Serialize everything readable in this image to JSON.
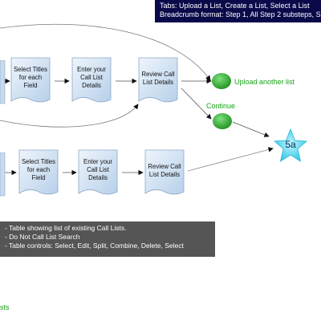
{
  "notes": {
    "top": {
      "line1": "Tabs: Upload a List, Create a List, Select a List",
      "line2": "Breadcrumb format:  Step 1, All Step 2 substeps, S"
    },
    "table": {
      "line1": "- Table showing list of existing Call Lists.",
      "line2": "- Do Not Call List Search",
      "line3": "- Table controls: Select, Edit, Split, Combine, Delete, Select"
    }
  },
  "flow_top": {
    "steps": [
      {
        "line1": "Select Titles",
        "line2": "for each",
        "line3": "Field"
      },
      {
        "line1": "Enter your",
        "line2": "Call List",
        "line3": "Details"
      },
      {
        "line1": "Review Call",
        "line2": "List Details"
      }
    ]
  },
  "flow_bottom": {
    "steps": [
      {
        "line1": "Select Titles",
        "line2": "for each",
        "line3": "Field"
      },
      {
        "line1": "Enter your",
        "line2": "Call List",
        "line3": "Details"
      },
      {
        "line1": "Review Call",
        "line2": "List Details"
      }
    ]
  },
  "actions": {
    "upload_another": "Upload another list",
    "continue": "Continue"
  },
  "target_star": "5a",
  "bottom_fragment": "sts",
  "colors": {
    "doc_fill_top": "#eef5fc",
    "doc_fill_bottom": "#b7d0ea",
    "ball_green": "#2fae2f",
    "label_green": "#19a319",
    "star_cyan": "#4fd6ee",
    "note_dark": "#0a0a4a",
    "note_gray": "#555555"
  }
}
